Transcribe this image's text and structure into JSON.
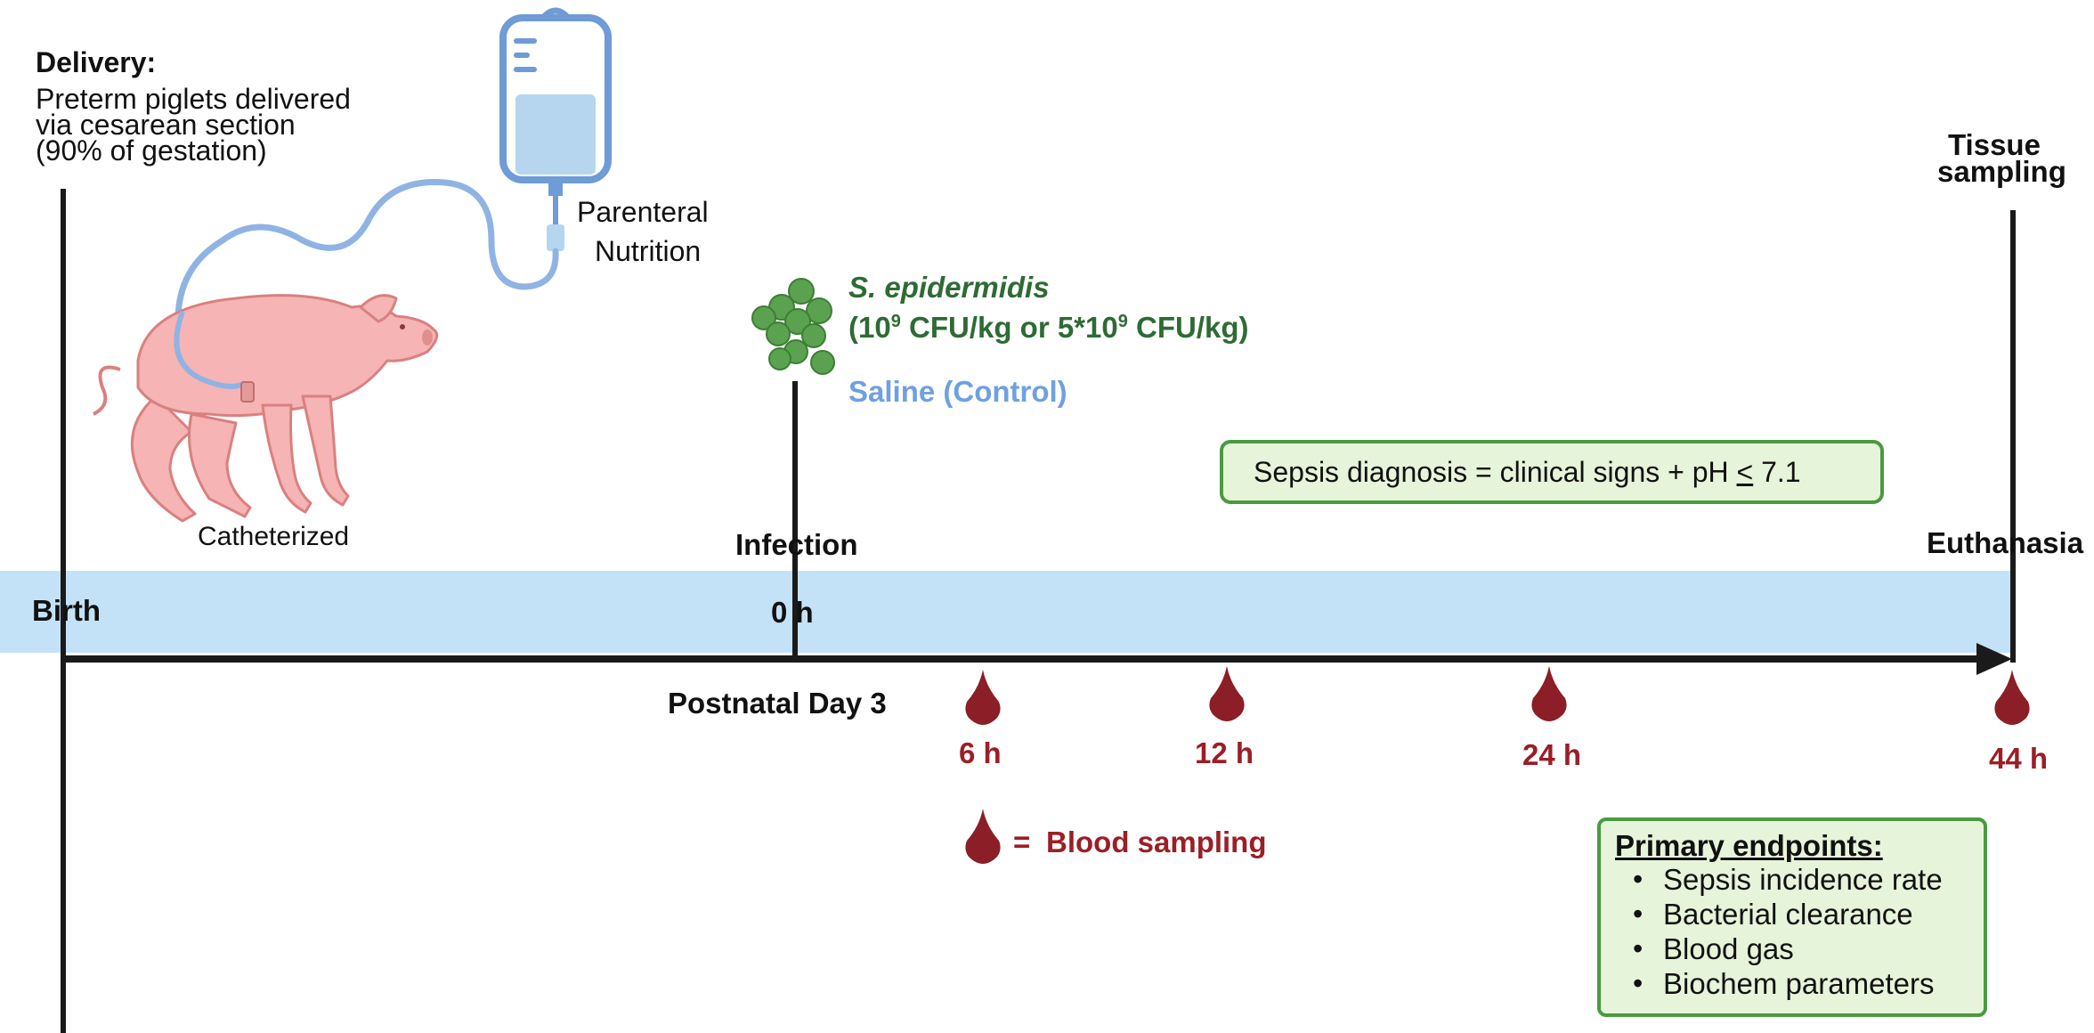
{
  "delivery": {
    "heading": "Delivery:",
    "line1": "Preterm piglets delivered",
    "line2": "via cesarean section",
    "line3": "(90% of gestation)"
  },
  "nutrition": {
    "line1": "Parenteral",
    "line2": "Nutrition"
  },
  "piglet_label": "Catheterized",
  "infection": {
    "organism": "S. epidermidis",
    "dose_open": "(10",
    "dose_exp1": "9",
    "dose_mid": " CFU/kg or 5*10",
    "dose_exp2": "9",
    "dose_close": " CFU/kg)",
    "control": "Saline (Control)",
    "label": "Infection",
    "time": "0 h"
  },
  "sepsis_box": {
    "prefix": "Sepsis diagnosis = clinical signs + pH ",
    "le": "<",
    "suffix": " 7.1"
  },
  "tissue": {
    "line1": "Tissue",
    "line2": "sampling",
    "label": "Euthanasia"
  },
  "birth_label": "Birth",
  "postnatal_label": "Postnatal Day 3",
  "blood_times": [
    "6 h",
    "12 h",
    "24 h",
    "44 h"
  ],
  "legend": {
    "eq": "=",
    "label": "Blood sampling"
  },
  "endpoints": {
    "title": "Primary endpoints:",
    "items": [
      "Sepsis incidence rate",
      "Bacterial clearance",
      "Blood gas",
      "Biochem parameters"
    ]
  },
  "colors": {
    "band": "#c4e2f7",
    "blood": "#8b1e26",
    "bacteria": "#5aa24f",
    "box_fill": "#e6f4da",
    "box_border": "#4a9a40",
    "control_text": "#6fa0e0",
    "iv_bag": "#6f9bd6"
  },
  "icons": [
    "iv-bag-icon",
    "piglet-icon",
    "bacteria-cluster-icon",
    "blood-drop-icon"
  ]
}
